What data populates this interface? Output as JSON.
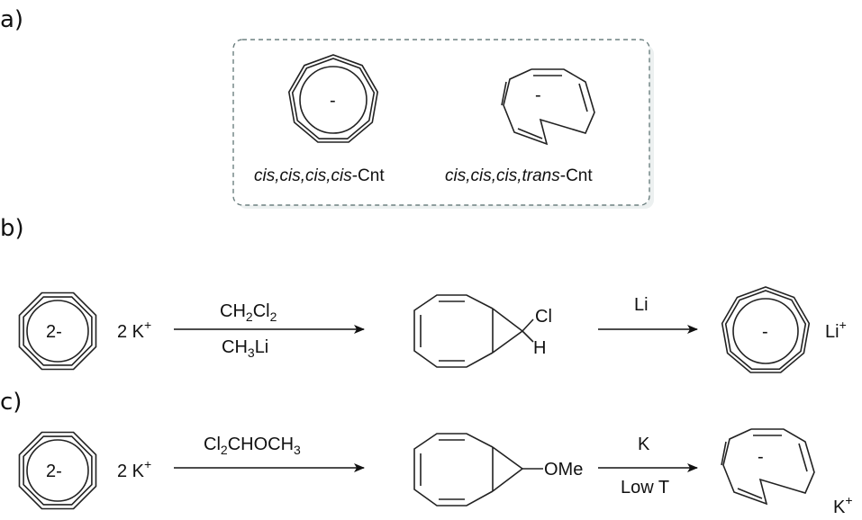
{
  "sections": {
    "a": "a)",
    "b": "b)",
    "c": "c)"
  },
  "panel_a": {
    "left_ring_charge": "-",
    "right_ring_charge": "-",
    "left_caption_italic": "cis,cis,cis,cis",
    "left_caption_rest": "-Cnt",
    "right_caption_italic": "cis,cis,cis,trans",
    "right_caption_rest": "-Cnt"
  },
  "reaction_b": {
    "start_charge": "2-",
    "counterion": "2 K",
    "counterion_sup": "+",
    "reagent_top": [
      "CH",
      "2",
      "Cl",
      "2"
    ],
    "reagent_bottom": [
      "CH",
      "3",
      "Li"
    ],
    "substituent_1": "Cl",
    "substituent_2": "H",
    "reagent_2": "Li",
    "product_charge": "-",
    "product_counterion": "Li",
    "product_counterion_sup": "+"
  },
  "reaction_c": {
    "start_charge": "2-",
    "counterion": "2 K",
    "counterion_sup": "+",
    "reagent_top": [
      "Cl",
      "2",
      "CHOCH",
      "3"
    ],
    "substituent": "OMe",
    "reagent_2_top": "K",
    "reagent_2_bottom": "Low T",
    "product_charge": "-",
    "product_counterion": "K",
    "product_counterion_sup": "+"
  }
}
